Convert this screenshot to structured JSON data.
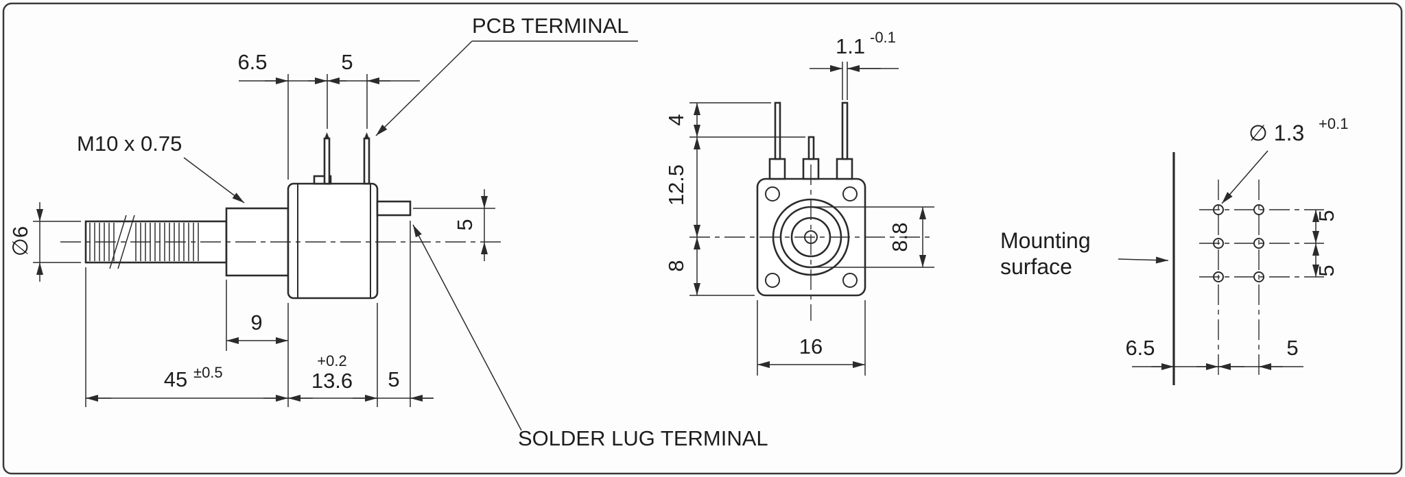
{
  "drawing": {
    "side_view": {
      "thread_label": "M10 x 0.75",
      "shaft_dia": "∅6",
      "dim_6_5": "6.5",
      "dim_pin_pitch": "5",
      "pcb_terminal_label": "PCB TERMINAL",
      "dim_lug_offset": "5",
      "dim_bushing_len": "9",
      "dim_shaft_len": "45",
      "dim_shaft_len_tol": "±0.5",
      "dim_body_depth": "13.6",
      "dim_body_depth_tol": "+0.2",
      "dim_lug_len": "5",
      "solder_lug_label": "SOLDER LUG TERMINAL"
    },
    "front_view": {
      "dim_pin_width": "1.1",
      "dim_pin_width_tol": "-0.1",
      "dim_pin_height": "4",
      "dim_center_offset": "12.5",
      "dim_lower_half": "8",
      "dim_bushing_dia": "8.8",
      "dim_body_width": "16"
    },
    "mount_view": {
      "label_line1": "Mounting",
      "label_line2": "surface",
      "hole_dia": "∅ 1.3",
      "hole_dia_tol": "+0.1",
      "dim_row_top": "5",
      "dim_row_bottom": "5",
      "dim_col_offset": "6.5",
      "dim_col_pitch": "5"
    }
  }
}
